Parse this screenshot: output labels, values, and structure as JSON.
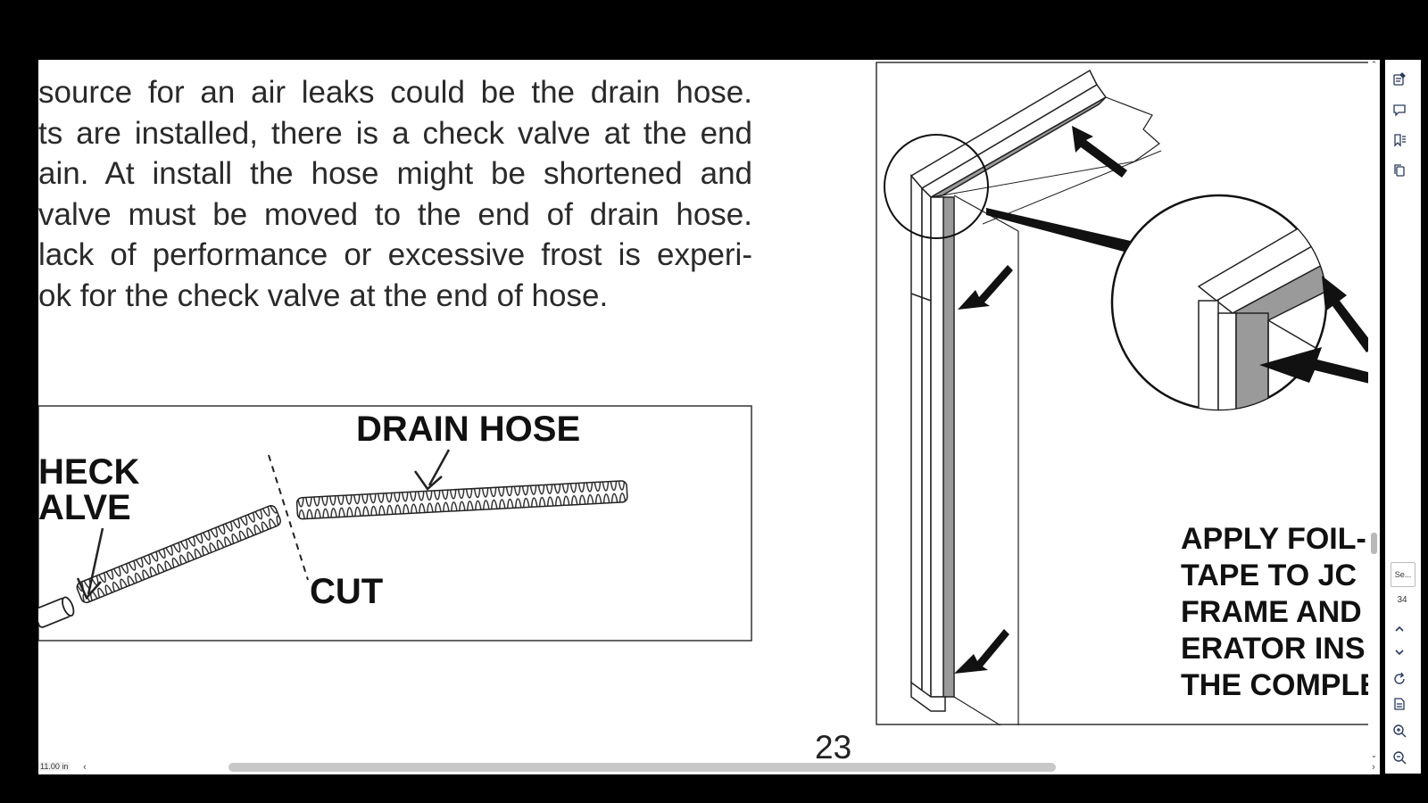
{
  "document": {
    "paragraph_lines": [
      "source for an air leaks could be the drain hose.",
      "ts are installed, there is a check valve at the end",
      "ain. At install the hose might be shortened and",
      "valve must be moved to the end of drain hose.",
      "lack of performance or excessive frost is experi-",
      "ok for the check valve at the end of hose."
    ],
    "page_number": "23"
  },
  "figure_left": {
    "label_drain_hose": "DRAIN HOSE",
    "label_check_line1": "HECK",
    "label_check_line2": "ALVE",
    "label_cut": "CUT"
  },
  "figure_right": {
    "caption_lines": [
      "APPLY FOIL-I",
      "TAPE  TO  JC",
      "FRAME  AND",
      "ERATOR  INS",
      "THE COMPLE"
    ]
  },
  "status_bar": {
    "zoom_readout": "11.00 in"
  },
  "side_toolbar": {
    "search_placeholder": "Se...",
    "page_count": "34",
    "icons": [
      "edit-note-icon",
      "comment-icon",
      "bookmark-list-icon",
      "copy-pages-icon",
      "chevron-up-icon",
      "chevron-down-icon",
      "refresh-icon",
      "page-settings-icon",
      "zoom-in-icon",
      "zoom-out-icon"
    ]
  },
  "colors": {
    "frame_background": "#000000",
    "page_background": "#ffffff",
    "text": "#2a2a2a",
    "foil_tape": "#9a9a9a",
    "scroll_thumb": "#c8c8c8",
    "toolbar_icon": "#2a3a5a"
  }
}
